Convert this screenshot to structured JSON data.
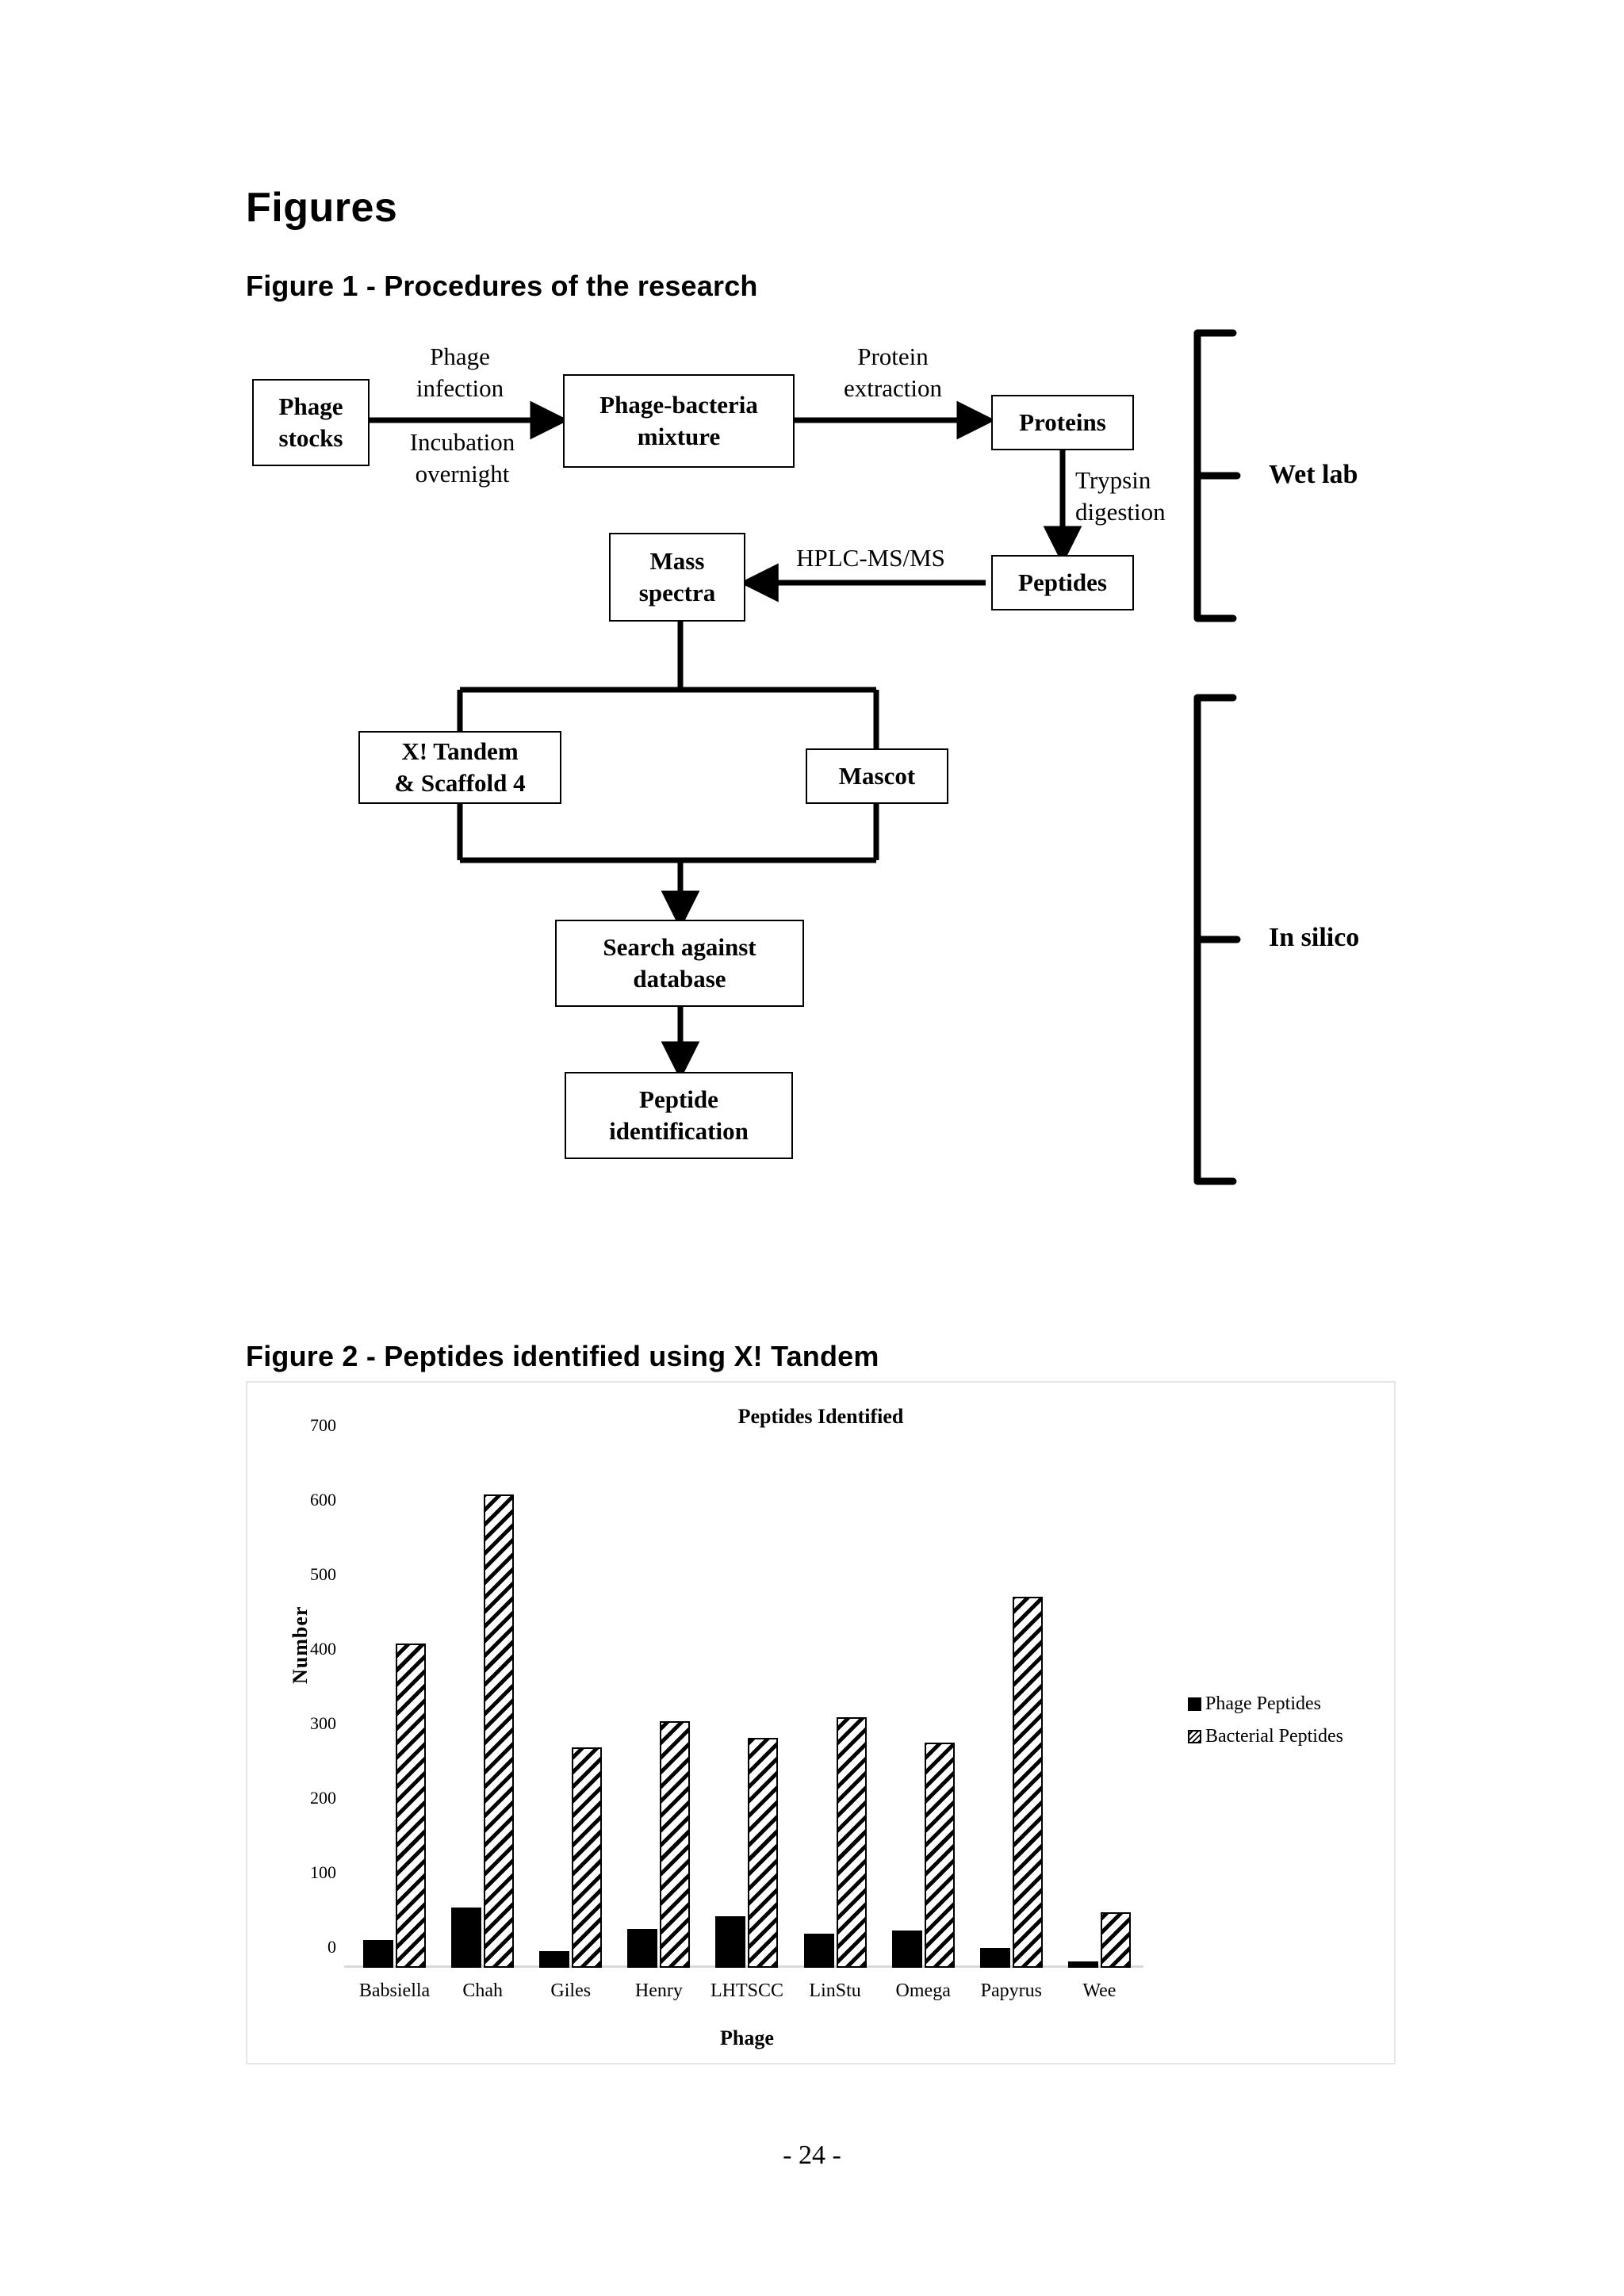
{
  "document": {
    "section_heading": "Figures",
    "page_footer": "- 24 -"
  },
  "figure1": {
    "caption": "Figure 1  - Procedures of the research",
    "nodes": {
      "phage_stocks": "Phage\nstocks",
      "phage_bacteria_mixture": "Phage-bacteria\nmixture",
      "proteins": "Proteins",
      "peptides": "Peptides",
      "mass_spectra": "Mass\nspectra",
      "xtandem_scaffold": "X! Tandem\n& Scaffold 4",
      "mascot": "Mascot",
      "search_database": "Search against\ndatabase",
      "peptide_identification": "Peptide\nidentification"
    },
    "edge_labels": {
      "phage_infection": "Phage\ninfection",
      "incubation_overnight": "Incubation\novernight",
      "protein_extraction": "Protein\nextraction",
      "trypsin_digestion": "Trypsin\ndigestion",
      "hplc_ms_ms": "HPLC-MS/MS"
    },
    "brackets": {
      "wet_lab": "Wet lab",
      "in_silico": "In silico"
    }
  },
  "figure2": {
    "caption": "Figure 2  - Peptides identified using X! Tandem"
  },
  "chart_data": {
    "type": "bar",
    "title": "Peptides Identified",
    "xlabel": "Phage",
    "ylabel": "Number",
    "ylim": [
      0,
      700
    ],
    "yticks": [
      0,
      100,
      200,
      300,
      400,
      500,
      600,
      700
    ],
    "grid": false,
    "legend_position": "right",
    "categories": [
      "Babsiella",
      "Chah",
      "Giles",
      "Henry",
      "LHTSCC",
      "LinStu",
      "Omega",
      "Papyrus",
      "Wee"
    ],
    "series": [
      {
        "name": "Phage Peptides",
        "fill": "solid-black",
        "color": "#000000",
        "values": [
          37,
          81,
          22,
          52,
          69,
          46,
          50,
          27,
          8
        ]
      },
      {
        "name": "Bacterial Peptides",
        "fill": "diagonal-hatch",
        "color": "#000000",
        "values": [
          435,
          635,
          296,
          331,
          309,
          336,
          302,
          498,
          74
        ]
      }
    ]
  }
}
